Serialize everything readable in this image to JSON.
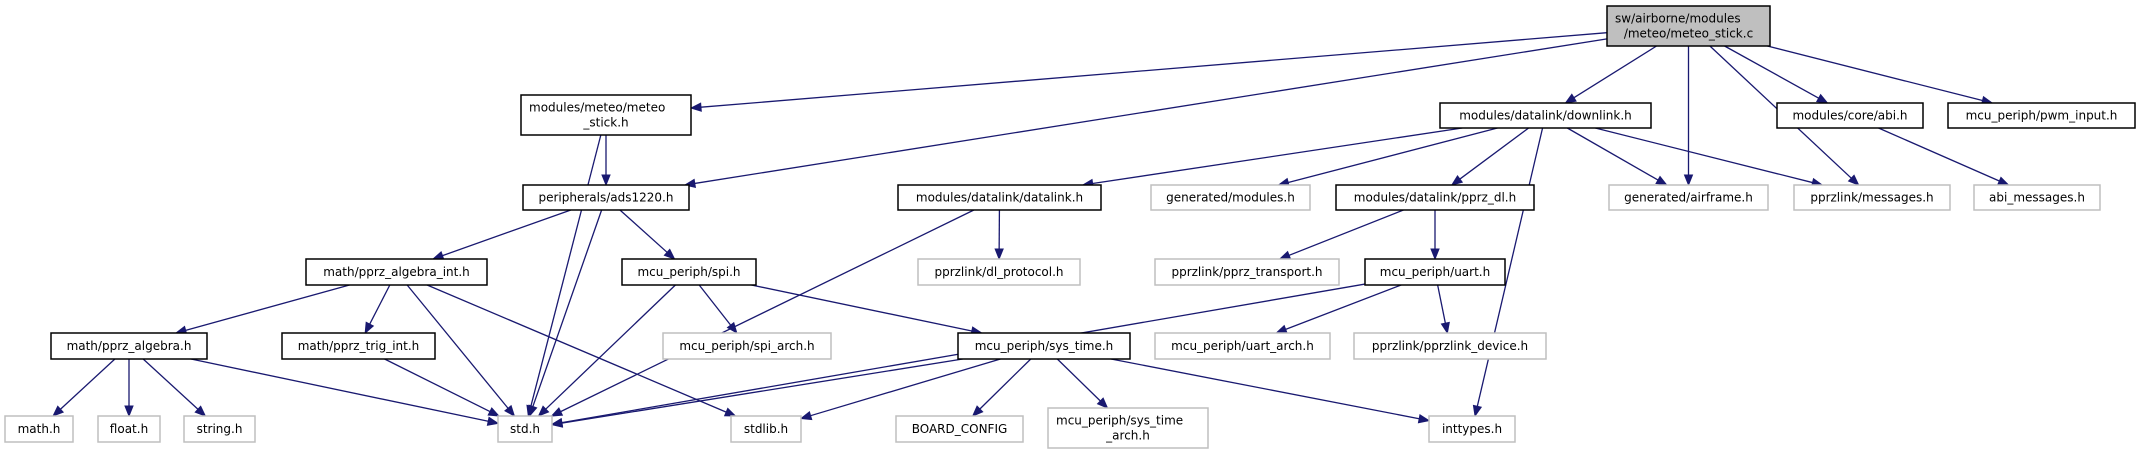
{
  "colors": {
    "edge": "#191970",
    "root_fill": "#bfbfbf",
    "documented_border": "#000000",
    "external_border": "#bfbfbf"
  },
  "nodes": [
    {
      "id": "root",
      "lines": [
        "sw/airborne/modules",
        "/meteo/meteo_stick.c"
      ],
      "kind": "root"
    },
    {
      "id": "meteo_stick_h",
      "lines": [
        "modules/meteo/meteo",
        "_stick.h"
      ],
      "kind": "documented"
    },
    {
      "id": "ads1220",
      "lines": [
        "peripherals/ads1220.h"
      ],
      "kind": "documented"
    },
    {
      "id": "downlink",
      "lines": [
        "modules/datalink/downlink.h"
      ],
      "kind": "documented"
    },
    {
      "id": "abi",
      "lines": [
        "modules/core/abi.h"
      ],
      "kind": "documented"
    },
    {
      "id": "pwm_input",
      "lines": [
        "mcu_periph/pwm_input.h"
      ],
      "kind": "documented"
    },
    {
      "id": "datalink",
      "lines": [
        "modules/datalink/datalink.h"
      ],
      "kind": "documented"
    },
    {
      "id": "gen_modules",
      "lines": [
        "generated/modules.h"
      ],
      "kind": "external"
    },
    {
      "id": "pprz_dl",
      "lines": [
        "modules/datalink/pprz_dl.h"
      ],
      "kind": "documented"
    },
    {
      "id": "gen_airframe",
      "lines": [
        "generated/airframe.h"
      ],
      "kind": "external"
    },
    {
      "id": "messages",
      "lines": [
        "pprzlink/messages.h"
      ],
      "kind": "external"
    },
    {
      "id": "abi_messages",
      "lines": [
        "abi_messages.h"
      ],
      "kind": "external"
    },
    {
      "id": "pprz_algebra_int",
      "lines": [
        "math/pprz_algebra_int.h"
      ],
      "kind": "documented"
    },
    {
      "id": "spi",
      "lines": [
        "mcu_periph/spi.h"
      ],
      "kind": "documented"
    },
    {
      "id": "dl_protocol",
      "lines": [
        "pprzlink/dl_protocol.h"
      ],
      "kind": "external"
    },
    {
      "id": "pprz_transport",
      "lines": [
        "pprzlink/pprz_transport.h"
      ],
      "kind": "external"
    },
    {
      "id": "uart",
      "lines": [
        "mcu_periph/uart.h"
      ],
      "kind": "documented"
    },
    {
      "id": "pprz_algebra",
      "lines": [
        "math/pprz_algebra.h"
      ],
      "kind": "documented"
    },
    {
      "id": "pprz_trig_int",
      "lines": [
        "math/pprz_trig_int.h"
      ],
      "kind": "documented"
    },
    {
      "id": "spi_arch",
      "lines": [
        "mcu_periph/spi_arch.h"
      ],
      "kind": "external"
    },
    {
      "id": "sys_time",
      "lines": [
        "mcu_periph/sys_time.h"
      ],
      "kind": "documented"
    },
    {
      "id": "uart_arch",
      "lines": [
        "mcu_periph/uart_arch.h"
      ],
      "kind": "external"
    },
    {
      "id": "pprzlink_device",
      "lines": [
        "pprzlink/pprzlink_device.h"
      ],
      "kind": "external"
    },
    {
      "id": "math_h",
      "lines": [
        "math.h"
      ],
      "kind": "external"
    },
    {
      "id": "float_h",
      "lines": [
        "float.h"
      ],
      "kind": "external"
    },
    {
      "id": "string_h",
      "lines": [
        "string.h"
      ],
      "kind": "external"
    },
    {
      "id": "std_h",
      "lines": [
        "std.h"
      ],
      "kind": "external"
    },
    {
      "id": "stdlib_h",
      "lines": [
        "stdlib.h"
      ],
      "kind": "external"
    },
    {
      "id": "board_config",
      "lines": [
        "BOARD_CONFIG"
      ],
      "kind": "external"
    },
    {
      "id": "sys_time_arch",
      "lines": [
        "mcu_periph/sys_time",
        "_arch.h"
      ],
      "kind": "external"
    },
    {
      "id": "inttypes_h",
      "lines": [
        "inttypes.h"
      ],
      "kind": "external"
    }
  ],
  "edges": [
    [
      "root",
      "meteo_stick_h"
    ],
    [
      "root",
      "ads1220"
    ],
    [
      "root",
      "downlink"
    ],
    [
      "root",
      "gen_airframe"
    ],
    [
      "root",
      "messages"
    ],
    [
      "root",
      "abi"
    ],
    [
      "root",
      "pwm_input"
    ],
    [
      "meteo_stick_h",
      "ads1220"
    ],
    [
      "meteo_stick_h",
      "std_h"
    ],
    [
      "ads1220",
      "pprz_algebra_int"
    ],
    [
      "ads1220",
      "std_h"
    ],
    [
      "ads1220",
      "spi"
    ],
    [
      "downlink",
      "datalink"
    ],
    [
      "downlink",
      "gen_modules"
    ],
    [
      "downlink",
      "pprz_dl"
    ],
    [
      "downlink",
      "gen_airframe"
    ],
    [
      "downlink",
      "messages"
    ],
    [
      "downlink",
      "inttypes_h"
    ],
    [
      "abi",
      "abi_messages"
    ],
    [
      "datalink",
      "dl_protocol"
    ],
    [
      "datalink",
      "std_h"
    ],
    [
      "pprz_dl",
      "pprz_transport"
    ],
    [
      "pprz_dl",
      "uart"
    ],
    [
      "pprz_algebra_int",
      "pprz_algebra"
    ],
    [
      "pprz_algebra_int",
      "pprz_trig_int"
    ],
    [
      "pprz_algebra_int",
      "std_h"
    ],
    [
      "pprz_algebra_int",
      "stdlib_h"
    ],
    [
      "spi",
      "std_h"
    ],
    [
      "spi",
      "spi_arch"
    ],
    [
      "spi",
      "sys_time"
    ],
    [
      "uart",
      "std_h"
    ],
    [
      "uart",
      "uart_arch"
    ],
    [
      "uart",
      "pprzlink_device"
    ],
    [
      "pprz_algebra",
      "math_h"
    ],
    [
      "pprz_algebra",
      "float_h"
    ],
    [
      "pprz_algebra",
      "string_h"
    ],
    [
      "pprz_algebra",
      "std_h"
    ],
    [
      "pprz_trig_int",
      "std_h"
    ],
    [
      "sys_time",
      "std_h"
    ],
    [
      "sys_time",
      "stdlib_h"
    ],
    [
      "sys_time",
      "board_config"
    ],
    [
      "sys_time",
      "sys_time_arch"
    ],
    [
      "sys_time",
      "inttypes_h"
    ]
  ]
}
